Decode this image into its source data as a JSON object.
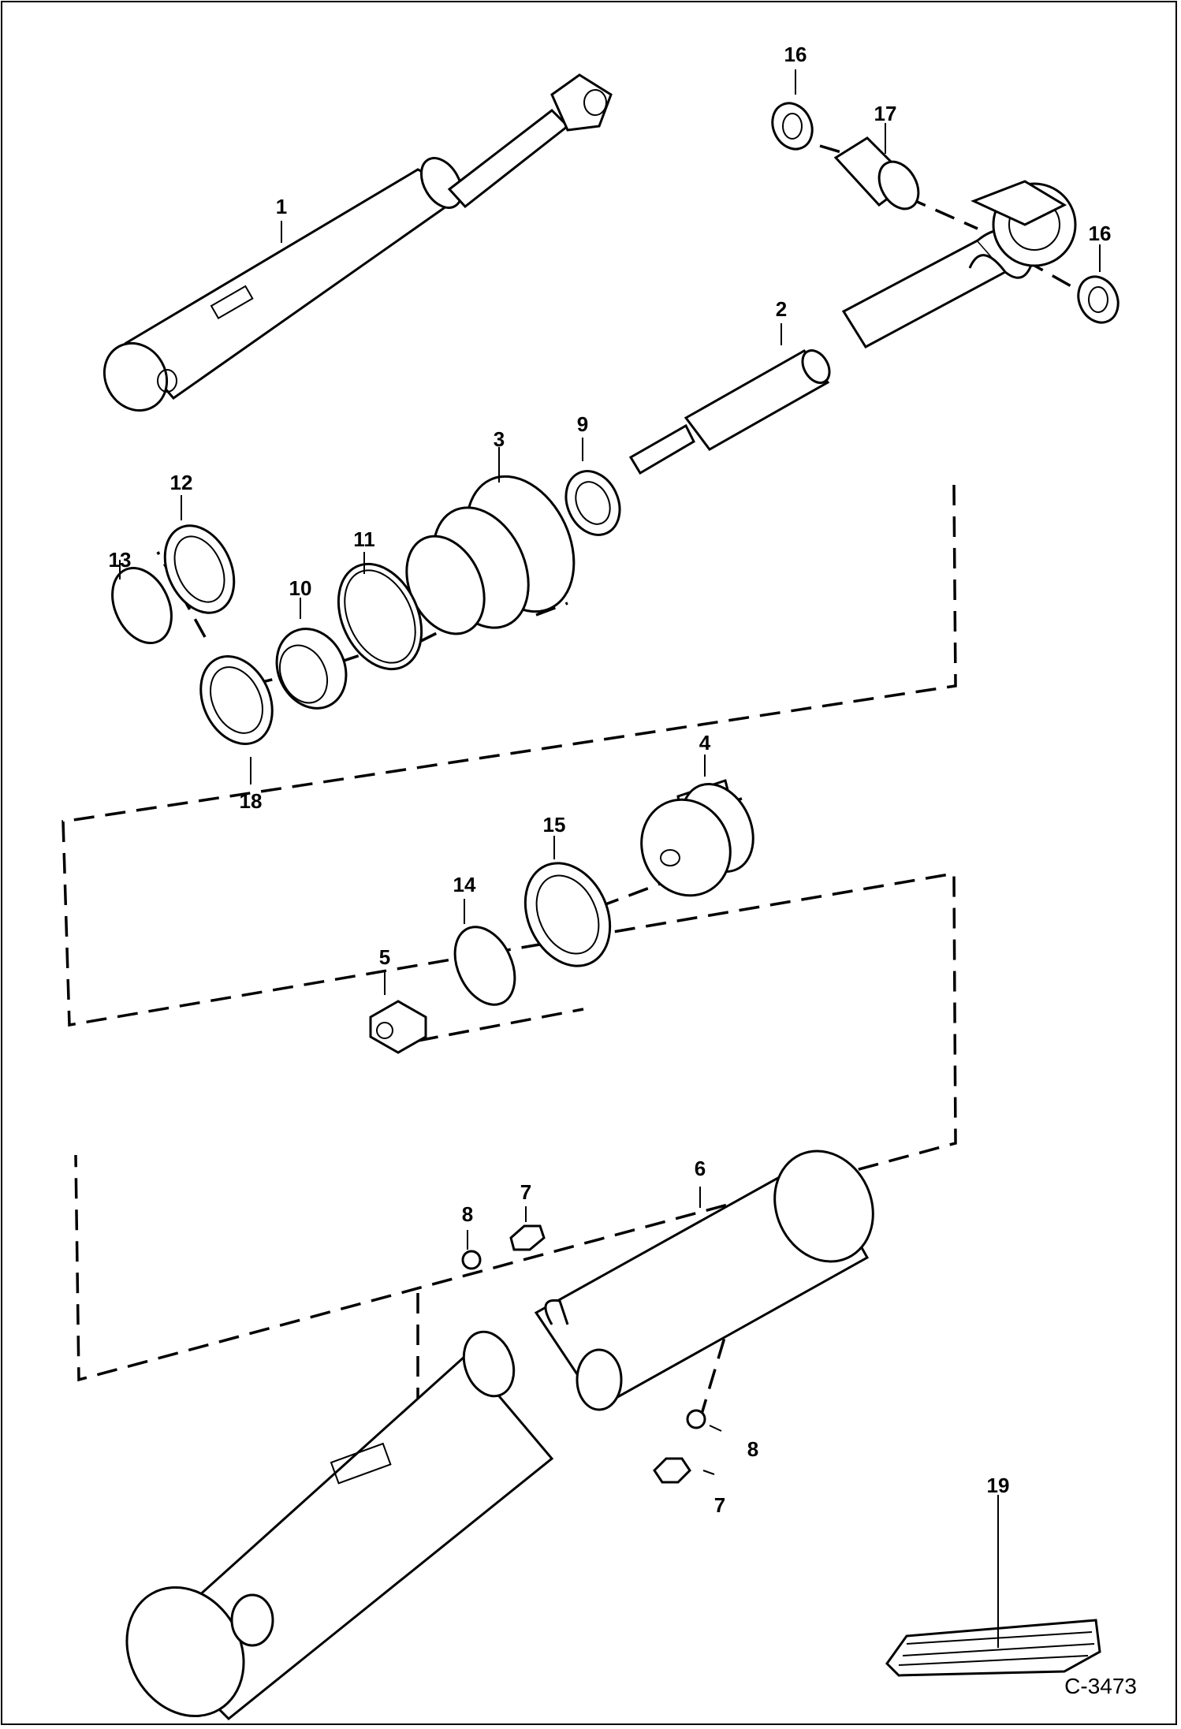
{
  "figure": {
    "id": "C-3473",
    "callouts": [
      {
        "part": "1",
        "label": "1"
      },
      {
        "part": "2",
        "label": "2"
      },
      {
        "part": "3",
        "label": "3"
      },
      {
        "part": "4",
        "label": "4"
      },
      {
        "part": "5",
        "label": "5"
      },
      {
        "part": "6",
        "label": "6"
      },
      {
        "part": "7a",
        "label": "7"
      },
      {
        "part": "7b",
        "label": "7"
      },
      {
        "part": "8a",
        "label": "8"
      },
      {
        "part": "8b",
        "label": "8"
      },
      {
        "part": "9",
        "label": "9"
      },
      {
        "part": "10",
        "label": "10"
      },
      {
        "part": "11",
        "label": "11"
      },
      {
        "part": "12",
        "label": "12"
      },
      {
        "part": "13",
        "label": "13"
      },
      {
        "part": "14",
        "label": "14"
      },
      {
        "part": "15",
        "label": "15"
      },
      {
        "part": "16a",
        "label": "16"
      },
      {
        "part": "16b",
        "label": "16"
      },
      {
        "part": "17",
        "label": "17"
      },
      {
        "part": "18",
        "label": "18"
      },
      {
        "part": "19",
        "label": "19"
      }
    ]
  }
}
